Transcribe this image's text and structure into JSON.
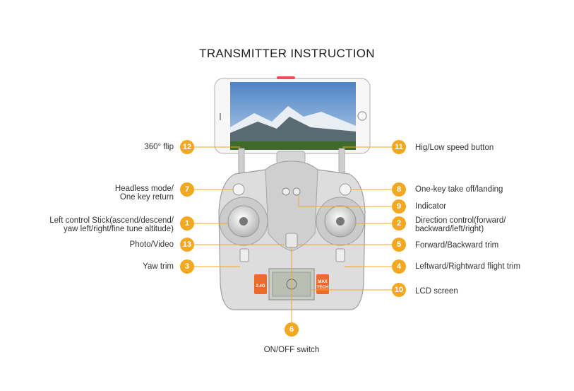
{
  "title": "TRANSMITTER INSTRUCTION",
  "callouts": [
    {
      "num": "12",
      "lines": [
        "360°   flip"
      ]
    },
    {
      "num": "7",
      "lines": [
        "Headless mode/",
        "One key return"
      ]
    },
    {
      "num": "1",
      "lines": [
        "Left control Stick(ascend/descend/",
        "yaw left/right/fine tune altitude)"
      ]
    },
    {
      "num": "13",
      "lines": [
        "Photo/Video"
      ]
    },
    {
      "num": "3",
      "lines": [
        "Yaw trim"
      ]
    },
    {
      "num": "11",
      "lines": [
        "Hig/Low speed button"
      ]
    },
    {
      "num": "8",
      "lines": [
        "One-key take off/landing"
      ]
    },
    {
      "num": "9",
      "lines": [
        "Indicator"
      ]
    },
    {
      "num": "2",
      "lines": [
        "Direction control(forward/",
        "backward/left/right)"
      ]
    },
    {
      "num": "5",
      "lines": [
        "Forward/Backward trim"
      ]
    },
    {
      "num": "4",
      "lines": [
        "Leftward/Rightward flight trim"
      ]
    },
    {
      "num": "10",
      "lines": [
        "LCD screen"
      ]
    },
    {
      "num": "6",
      "lines": [
        "ON/OFF switch"
      ]
    }
  ],
  "device": {
    "badge_signal": "2.4G",
    "badge_brand_line1": "MAX",
    "badge_brand_line2": "TECH"
  },
  "colors": {
    "badge": "#f2a81f",
    "leader": "#f2a81f",
    "body": "#d9d9d9"
  }
}
